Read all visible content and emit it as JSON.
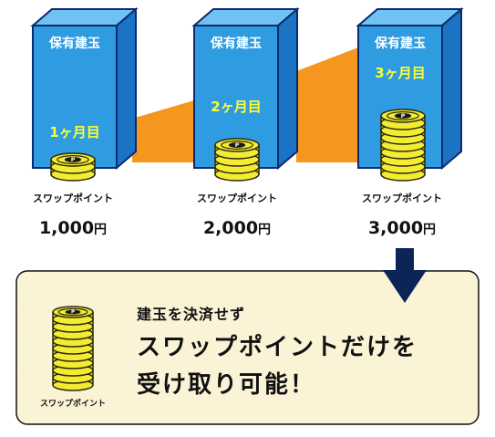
{
  "colors": {
    "block_front": "#2f9be0",
    "block_side": "#1b73c4",
    "block_top": "#6fc2f2",
    "block_outline": "#0d2a6e",
    "band": "#f5961e",
    "coin_fill": "#f3ec32",
    "coin_stroke": "#2a2a10",
    "panel_fill": "#faf3d6",
    "arrow": "#0d2456"
  },
  "icons": [
    "coin-stack-icon",
    "p-mark-icon",
    "down-arrow-icon"
  ],
  "steps": [
    {
      "title": "保有建玉",
      "month": "1ヶ月目",
      "coins": 2,
      "label": "スワップポイント",
      "amount": "1,000",
      "unit": "円"
    },
    {
      "title": "保有建玉",
      "month": "2ヶ月目",
      "coins": 4,
      "label": "スワップポイント",
      "amount": "2,000",
      "unit": "円"
    },
    {
      "title": "保有建玉",
      "month": "3ヶ月目",
      "coins": 8,
      "label": "スワップポイント",
      "amount": "3,000",
      "unit": "円"
    }
  ],
  "result": {
    "subtitle": "建玉を決済せず",
    "line1": "スワップポイントだけを",
    "line2": "受け取り可能！",
    "coin_label": "スワップポイント",
    "coins": 10
  }
}
